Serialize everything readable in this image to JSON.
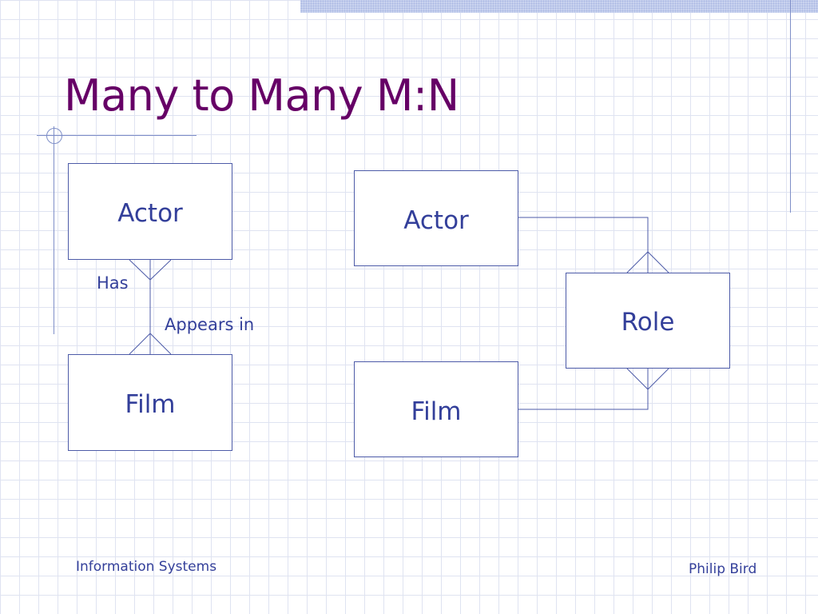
{
  "slide": {
    "title": "Many to Many M:N",
    "footer_left": "Information Systems",
    "footer_right": "Philip Bird"
  },
  "left_diagram": {
    "entity_top": "Actor",
    "entity_bottom": "Film",
    "label_upper": "Has",
    "label_lower": "Appears in"
  },
  "right_diagram": {
    "entity_top": "Actor",
    "entity_bottom": "Film",
    "entity_link": "Role"
  },
  "colors": {
    "title": "#660066",
    "text": "#333f9a",
    "lines": "#4d5ba8",
    "grid": "#dfe3f1"
  }
}
